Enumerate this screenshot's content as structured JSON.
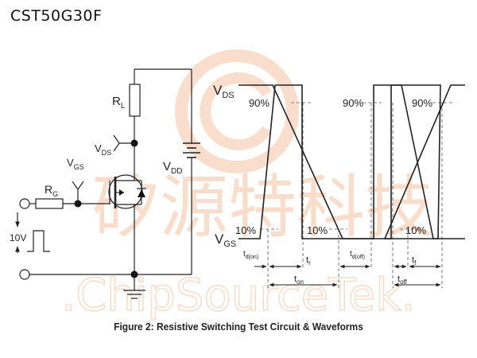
{
  "part_number": "CST50G30F",
  "caption": "Figure 2: Resistive Switching Test Circuit & Waveforms",
  "watermark": {
    "chinese": "矽源特科技",
    "english": ".ChipSourceTek.",
    "color": "#f0b48c"
  },
  "circuit": {
    "rl": {
      "main": "R",
      "sub": "L"
    },
    "rg": {
      "main": "R",
      "sub": "G"
    },
    "vds": {
      "main": "V",
      "sub": "DS"
    },
    "vgs": {
      "main": "V",
      "sub": "GS"
    },
    "vdd": {
      "main": "V",
      "sub": "DD"
    },
    "pulse_amplitude": "10V"
  },
  "waveform": {
    "vds": {
      "main": "V",
      "sub": "DS"
    },
    "vgs": {
      "main": "V",
      "sub": "GS"
    },
    "pct90": "90%",
    "pct10": "10%",
    "td_on": {
      "main": "t",
      "sub": "d(on)"
    },
    "tr": {
      "main": "t",
      "sub": "r"
    },
    "ton": {
      "main": "t",
      "sub": "on"
    },
    "td_off": {
      "main": "t",
      "sub": "d(off)"
    },
    "tf": {
      "main": "t",
      "sub": "f"
    },
    "toff": {
      "main": "t",
      "sub": "off"
    }
  }
}
